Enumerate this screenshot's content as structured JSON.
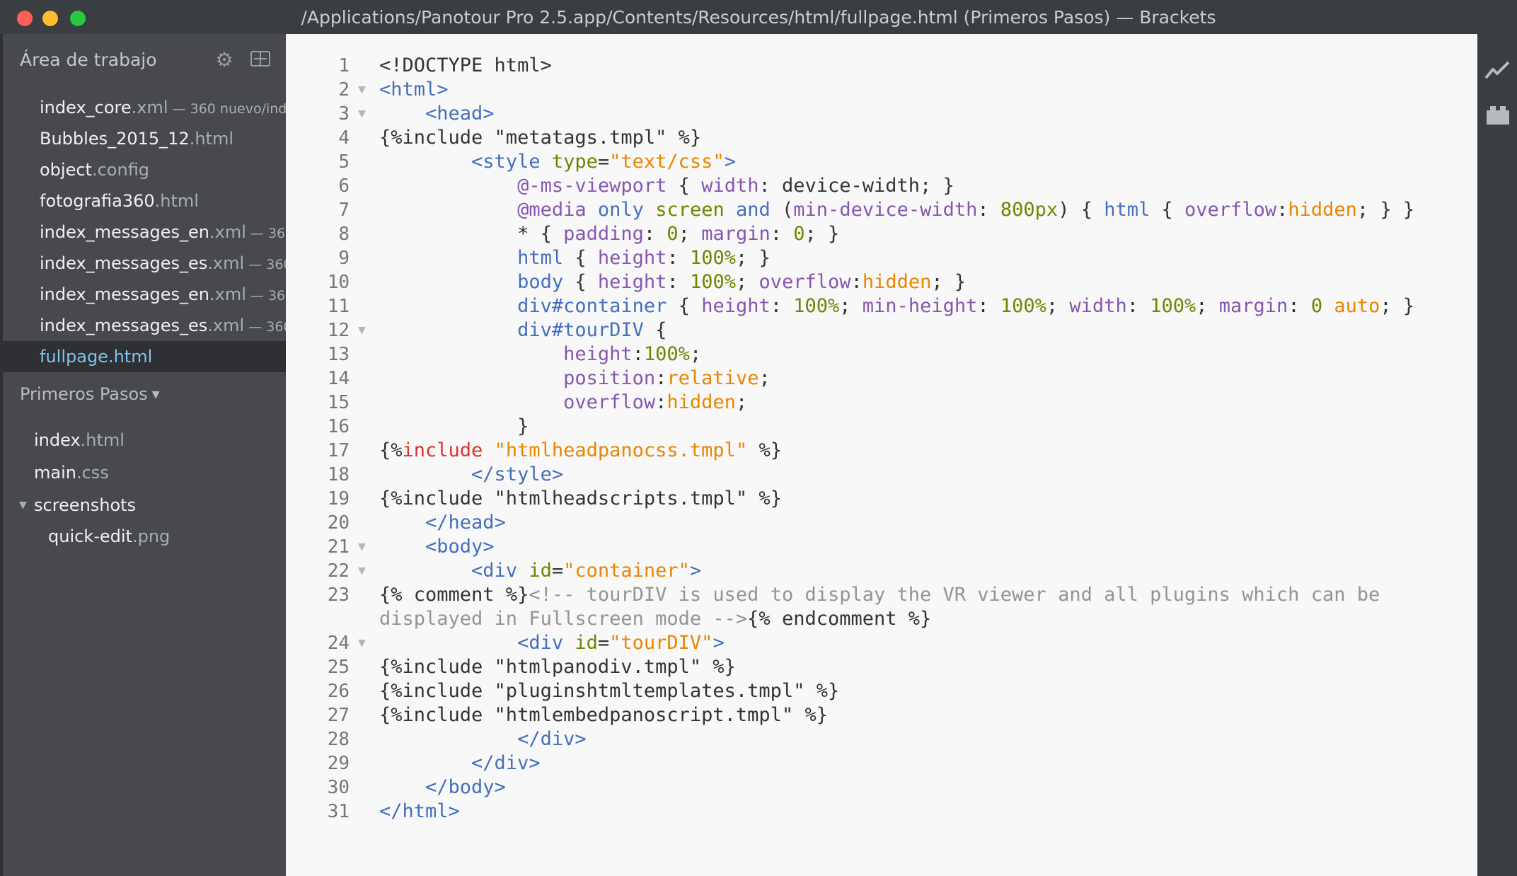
{
  "window": {
    "title": "/Applications/Panotour Pro 2.5.app/Contents/Resources/html/fullpage.html (Primeros Pasos) — Brackets"
  },
  "sidebar": {
    "working_set_label": "Área de trabajo",
    "working_files": [
      {
        "name": "index_core",
        "ext": ".xml",
        "note": " — 360 nuevo/ind"
      },
      {
        "name": "Bubbles_2015_12",
        "ext": ".html",
        "note": ""
      },
      {
        "name": "object",
        "ext": ".config",
        "note": ""
      },
      {
        "name": "fotografia360",
        "ext": ".html",
        "note": ""
      },
      {
        "name": "index_messages_en",
        "ext": ".xml",
        "note": " — 360"
      },
      {
        "name": "index_messages_es",
        "ext": ".xml",
        "note": " — 360"
      },
      {
        "name": "index_messages_en",
        "ext": ".xml",
        "note": " — 360"
      },
      {
        "name": "index_messages_es",
        "ext": ".xml",
        "note": " — 360"
      },
      {
        "name": "fullpage",
        "ext": ".html",
        "note": ""
      }
    ],
    "project_name": "Primeros Pasos",
    "tree": [
      {
        "name": "index",
        "ext": ".html"
      },
      {
        "name": "main",
        "ext": ".css"
      },
      {
        "name": "screenshots",
        "ext": ""
      },
      {
        "name": "quick-edit",
        "ext": ".png"
      }
    ]
  },
  "editor": {
    "line_numbers": [
      "1",
      "2",
      "3",
      "4",
      "5",
      "6",
      "7",
      "8",
      "9",
      "10",
      "11",
      "12",
      "13",
      "14",
      "15",
      "16",
      "17",
      "18",
      "19",
      "20",
      "21",
      "22",
      "23",
      "",
      "24",
      "25",
      "26",
      "27",
      "28",
      "29",
      "30",
      "31"
    ],
    "lines": [
      [
        [
          "def",
          "<!DOCTYPE html>"
        ]
      ],
      [
        [
          "tag",
          "<html>"
        ]
      ],
      [
        [
          "def",
          "    "
        ],
        [
          "tag",
          "<head>"
        ]
      ],
      [
        [
          "def",
          "{%include \"metatags.tmpl\" %}"
        ]
      ],
      [
        [
          "def",
          "        "
        ],
        [
          "tag",
          "<style "
        ],
        [
          "attr",
          "type"
        ],
        [
          "def",
          "="
        ],
        [
          "str",
          "\"text/css\""
        ],
        [
          "tag",
          ">"
        ]
      ],
      [
        [
          "def",
          "            "
        ],
        [
          "prop",
          "@-ms-viewport"
        ],
        [
          "def",
          " { "
        ],
        [
          "prop",
          "width"
        ],
        [
          "def",
          ": device-width; }"
        ]
      ],
      [
        [
          "def",
          "            "
        ],
        [
          "prop",
          "@media"
        ],
        [
          "def",
          " "
        ],
        [
          "tag",
          "only"
        ],
        [
          "def",
          " "
        ],
        [
          "attr",
          "screen"
        ],
        [
          "def",
          " "
        ],
        [
          "tag",
          "and"
        ],
        [
          "def",
          " ("
        ],
        [
          "prop",
          "min-device-width"
        ],
        [
          "def",
          ": "
        ],
        [
          "num",
          "800px"
        ],
        [
          "def",
          ") { "
        ],
        [
          "tag",
          "html"
        ],
        [
          "def",
          " { "
        ],
        [
          "prop",
          "overflow"
        ],
        [
          "def",
          ":"
        ],
        [
          "str",
          "hidden"
        ],
        [
          "def",
          "; } }"
        ]
      ],
      [
        [
          "def",
          "            * { "
        ],
        [
          "prop",
          "padding"
        ],
        [
          "def",
          ": "
        ],
        [
          "num",
          "0"
        ],
        [
          "def",
          "; "
        ],
        [
          "prop",
          "margin"
        ],
        [
          "def",
          ": "
        ],
        [
          "num",
          "0"
        ],
        [
          "def",
          "; }"
        ]
      ],
      [
        [
          "def",
          "            "
        ],
        [
          "tag",
          "html"
        ],
        [
          "def",
          " { "
        ],
        [
          "prop",
          "height"
        ],
        [
          "def",
          ": "
        ],
        [
          "num",
          "100%"
        ],
        [
          "def",
          "; }"
        ]
      ],
      [
        [
          "def",
          "            "
        ],
        [
          "tag",
          "body"
        ],
        [
          "def",
          " { "
        ],
        [
          "prop",
          "height"
        ],
        [
          "def",
          ": "
        ],
        [
          "num",
          "100%"
        ],
        [
          "def",
          "; "
        ],
        [
          "prop",
          "overflow"
        ],
        [
          "def",
          ":"
        ],
        [
          "str",
          "hidden"
        ],
        [
          "def",
          "; }"
        ]
      ],
      [
        [
          "def",
          "            "
        ],
        [
          "tag",
          "div#container"
        ],
        [
          "def",
          " { "
        ],
        [
          "prop",
          "height"
        ],
        [
          "def",
          ": "
        ],
        [
          "num",
          "100%"
        ],
        [
          "def",
          "; "
        ],
        [
          "prop",
          "min-height"
        ],
        [
          "def",
          ": "
        ],
        [
          "num",
          "100%"
        ],
        [
          "def",
          "; "
        ],
        [
          "prop",
          "width"
        ],
        [
          "def",
          ": "
        ],
        [
          "num",
          "100%"
        ],
        [
          "def",
          "; "
        ],
        [
          "prop",
          "margin"
        ],
        [
          "def",
          ": "
        ],
        [
          "num",
          "0"
        ],
        [
          "def",
          " "
        ],
        [
          "str",
          "auto"
        ],
        [
          "def",
          "; }"
        ]
      ],
      [
        [
          "def",
          "            "
        ],
        [
          "tag",
          "div#tourDIV"
        ],
        [
          "def",
          " {"
        ]
      ],
      [
        [
          "def",
          "                "
        ],
        [
          "prop",
          "height"
        ],
        [
          "def",
          ":"
        ],
        [
          "num",
          "100%"
        ],
        [
          "def",
          ";"
        ]
      ],
      [
        [
          "def",
          "                "
        ],
        [
          "prop",
          "position"
        ],
        [
          "def",
          ":"
        ],
        [
          "str",
          "relative"
        ],
        [
          "def",
          ";"
        ]
      ],
      [
        [
          "def",
          "                "
        ],
        [
          "prop",
          "overflow"
        ],
        [
          "def",
          ":"
        ],
        [
          "str",
          "hidden"
        ],
        [
          "def",
          ";"
        ]
      ],
      [
        [
          "def",
          "            }"
        ]
      ],
      [
        [
          "def",
          "{%"
        ],
        [
          "kw",
          "include"
        ],
        [
          "def",
          " "
        ],
        [
          "str",
          "\"htmlheadpanocss.tmpl\""
        ],
        [
          "def",
          " %}"
        ]
      ],
      [
        [
          "def",
          "        "
        ],
        [
          "tag",
          "</style>"
        ]
      ],
      [
        [
          "def",
          "{%include \"htmlheadscripts.tmpl\" %}"
        ]
      ],
      [
        [
          "def",
          "    "
        ],
        [
          "tag",
          "</head>"
        ]
      ],
      [
        [
          "def",
          "    "
        ],
        [
          "tag",
          "<body>"
        ]
      ],
      [
        [
          "def",
          "        "
        ],
        [
          "tag",
          "<div "
        ],
        [
          "attr",
          "id"
        ],
        [
          "def",
          "="
        ],
        [
          "str",
          "\"container\""
        ],
        [
          "tag",
          ">"
        ]
      ],
      [
        [
          "def",
          "{% comment %}"
        ],
        [
          "com",
          "<!-- tourDIV is used to display the VR viewer and all plugins which can be"
        ]
      ],
      [
        [
          "com",
          "displayed in Fullscreen mode -->"
        ],
        [
          "def",
          "{% endcomment %}"
        ]
      ],
      [
        [
          "def",
          "            "
        ],
        [
          "tag",
          "<div "
        ],
        [
          "attr",
          "id"
        ],
        [
          "def",
          "="
        ],
        [
          "str",
          "\"tourDIV\""
        ],
        [
          "tag",
          ">"
        ]
      ],
      [
        [
          "def",
          "{%include \"htmlpanodiv.tmpl\" %}"
        ]
      ],
      [
        [
          "def",
          "{%include \"pluginshtmltemplates.tmpl\" %}"
        ]
      ],
      [
        [
          "def",
          "{%include \"htmlembedpanoscript.tmpl\" %}"
        ]
      ],
      [
        [
          "def",
          "            "
        ],
        [
          "tag",
          "</div>"
        ]
      ],
      [
        [
          "def",
          "        "
        ],
        [
          "tag",
          "</div>"
        ]
      ],
      [
        [
          "def",
          "    "
        ],
        [
          "tag",
          "</body>"
        ]
      ],
      [
        [
          "tag",
          "</html>"
        ]
      ]
    ],
    "fold_lines": [
      1,
      2,
      11,
      20,
      21,
      24
    ]
  },
  "right_bar": {
    "icons": [
      "live-preview-icon",
      "extension-manager-icon"
    ]
  }
}
